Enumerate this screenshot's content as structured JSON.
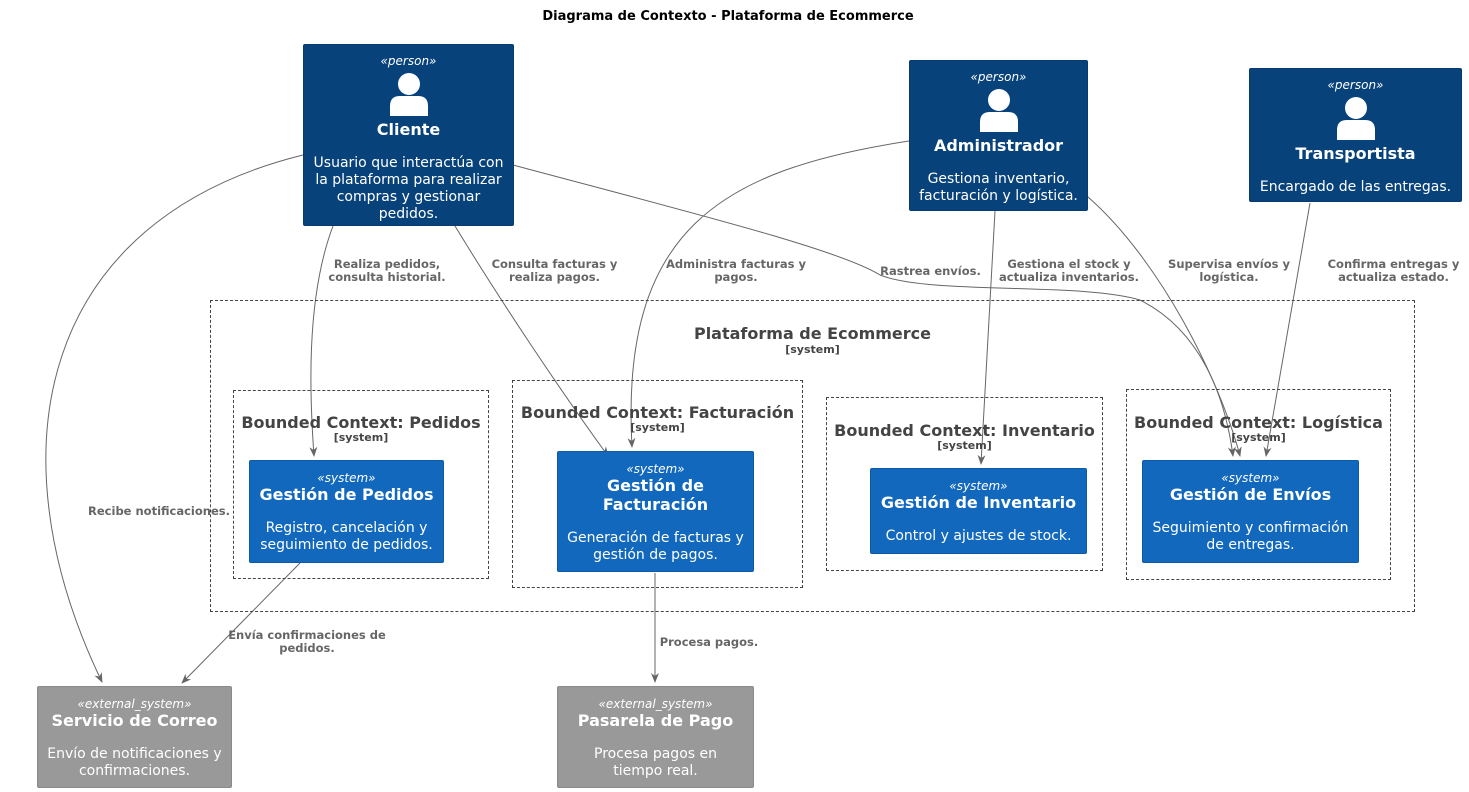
{
  "diagram": {
    "title": "Diagrama de Contexto - Plataforma de Ecommerce"
  },
  "colors": {
    "person": "#08427b",
    "system": "#1168bd",
    "external_system": "#999999",
    "edge": "#666666",
    "boundary": "#444444"
  },
  "boundaries": {
    "platform": {
      "title": "Plataforma de Ecommerce",
      "type": "[system]"
    },
    "pedidos": {
      "title": "Bounded Context: Pedidos",
      "type": "[system]"
    },
    "facturacion": {
      "title": "Bounded Context: Facturación",
      "type": "[system]"
    },
    "inventario": {
      "title": "Bounded Context: Inventario",
      "type": "[system]"
    },
    "logistica": {
      "title": "Bounded Context: Logística",
      "type": "[system]"
    }
  },
  "nodes": {
    "cliente": {
      "stereotype": "«person»",
      "name": "Cliente",
      "description": "Usuario que interactúa con la plataforma para realizar compras y gestionar pedidos."
    },
    "administrador": {
      "stereotype": "«person»",
      "name": "Administrador",
      "description": "Gestiona inventario, facturación y logística."
    },
    "transportista": {
      "stereotype": "«person»",
      "name": "Transportista",
      "description": "Encargado de las entregas."
    },
    "gestion_pedidos": {
      "stereotype": "«system»",
      "name": "Gestión de Pedidos",
      "description": "Registro, cancelación y seguimiento de pedidos."
    },
    "gestion_facturacion": {
      "stereotype": "«system»",
      "name": "Gestión de Facturación",
      "description": "Generación de facturas y gestión de pagos."
    },
    "gestion_inventario": {
      "stereotype": "«system»",
      "name": "Gestión de Inventario",
      "description": "Control y ajustes de stock."
    },
    "gestion_envios": {
      "stereotype": "«system»",
      "name": "Gestión de Envíos",
      "description": "Seguimiento y confirmación de entregas."
    },
    "servicio_correo": {
      "stereotype": "«external_system»",
      "name": "Servicio de Correo",
      "description": "Envío de notificaciones y confirmaciones."
    },
    "pasarela_pago": {
      "stereotype": "«external_system»",
      "name": "Pasarela de Pago",
      "description": "Procesa pagos en tiempo real."
    }
  },
  "edges": [
    {
      "id": "e1",
      "from": "cliente",
      "to": "gestion_pedidos",
      "label": "Realiza pedidos, consulta historial."
    },
    {
      "id": "e2",
      "from": "cliente",
      "to": "gestion_facturacion",
      "label": "Consulta facturas y realiza pagos."
    },
    {
      "id": "e3",
      "from": "cliente",
      "to": "gestion_envios",
      "label": "Rastrea envíos."
    },
    {
      "id": "e4",
      "from": "cliente",
      "to": "servicio_correo",
      "label": "Recibe notificaciones."
    },
    {
      "id": "e5",
      "from": "administrador",
      "to": "gestion_facturacion",
      "label": "Administra facturas y pagos."
    },
    {
      "id": "e6",
      "from": "administrador",
      "to": "gestion_inventario",
      "label": "Gestiona el stock y actualiza inventarios."
    },
    {
      "id": "e7",
      "from": "administrador",
      "to": "gestion_envios",
      "label": "Supervisa envíos y logística."
    },
    {
      "id": "e8",
      "from": "transportista",
      "to": "gestion_envios",
      "label": "Confirma entregas y actualiza estado."
    },
    {
      "id": "e9",
      "from": "gestion_pedidos",
      "to": "servicio_correo",
      "label": "Envía confirmaciones de pedidos."
    },
    {
      "id": "e10",
      "from": "gestion_facturacion",
      "to": "pasarela_pago",
      "label": "Procesa pagos."
    }
  ]
}
